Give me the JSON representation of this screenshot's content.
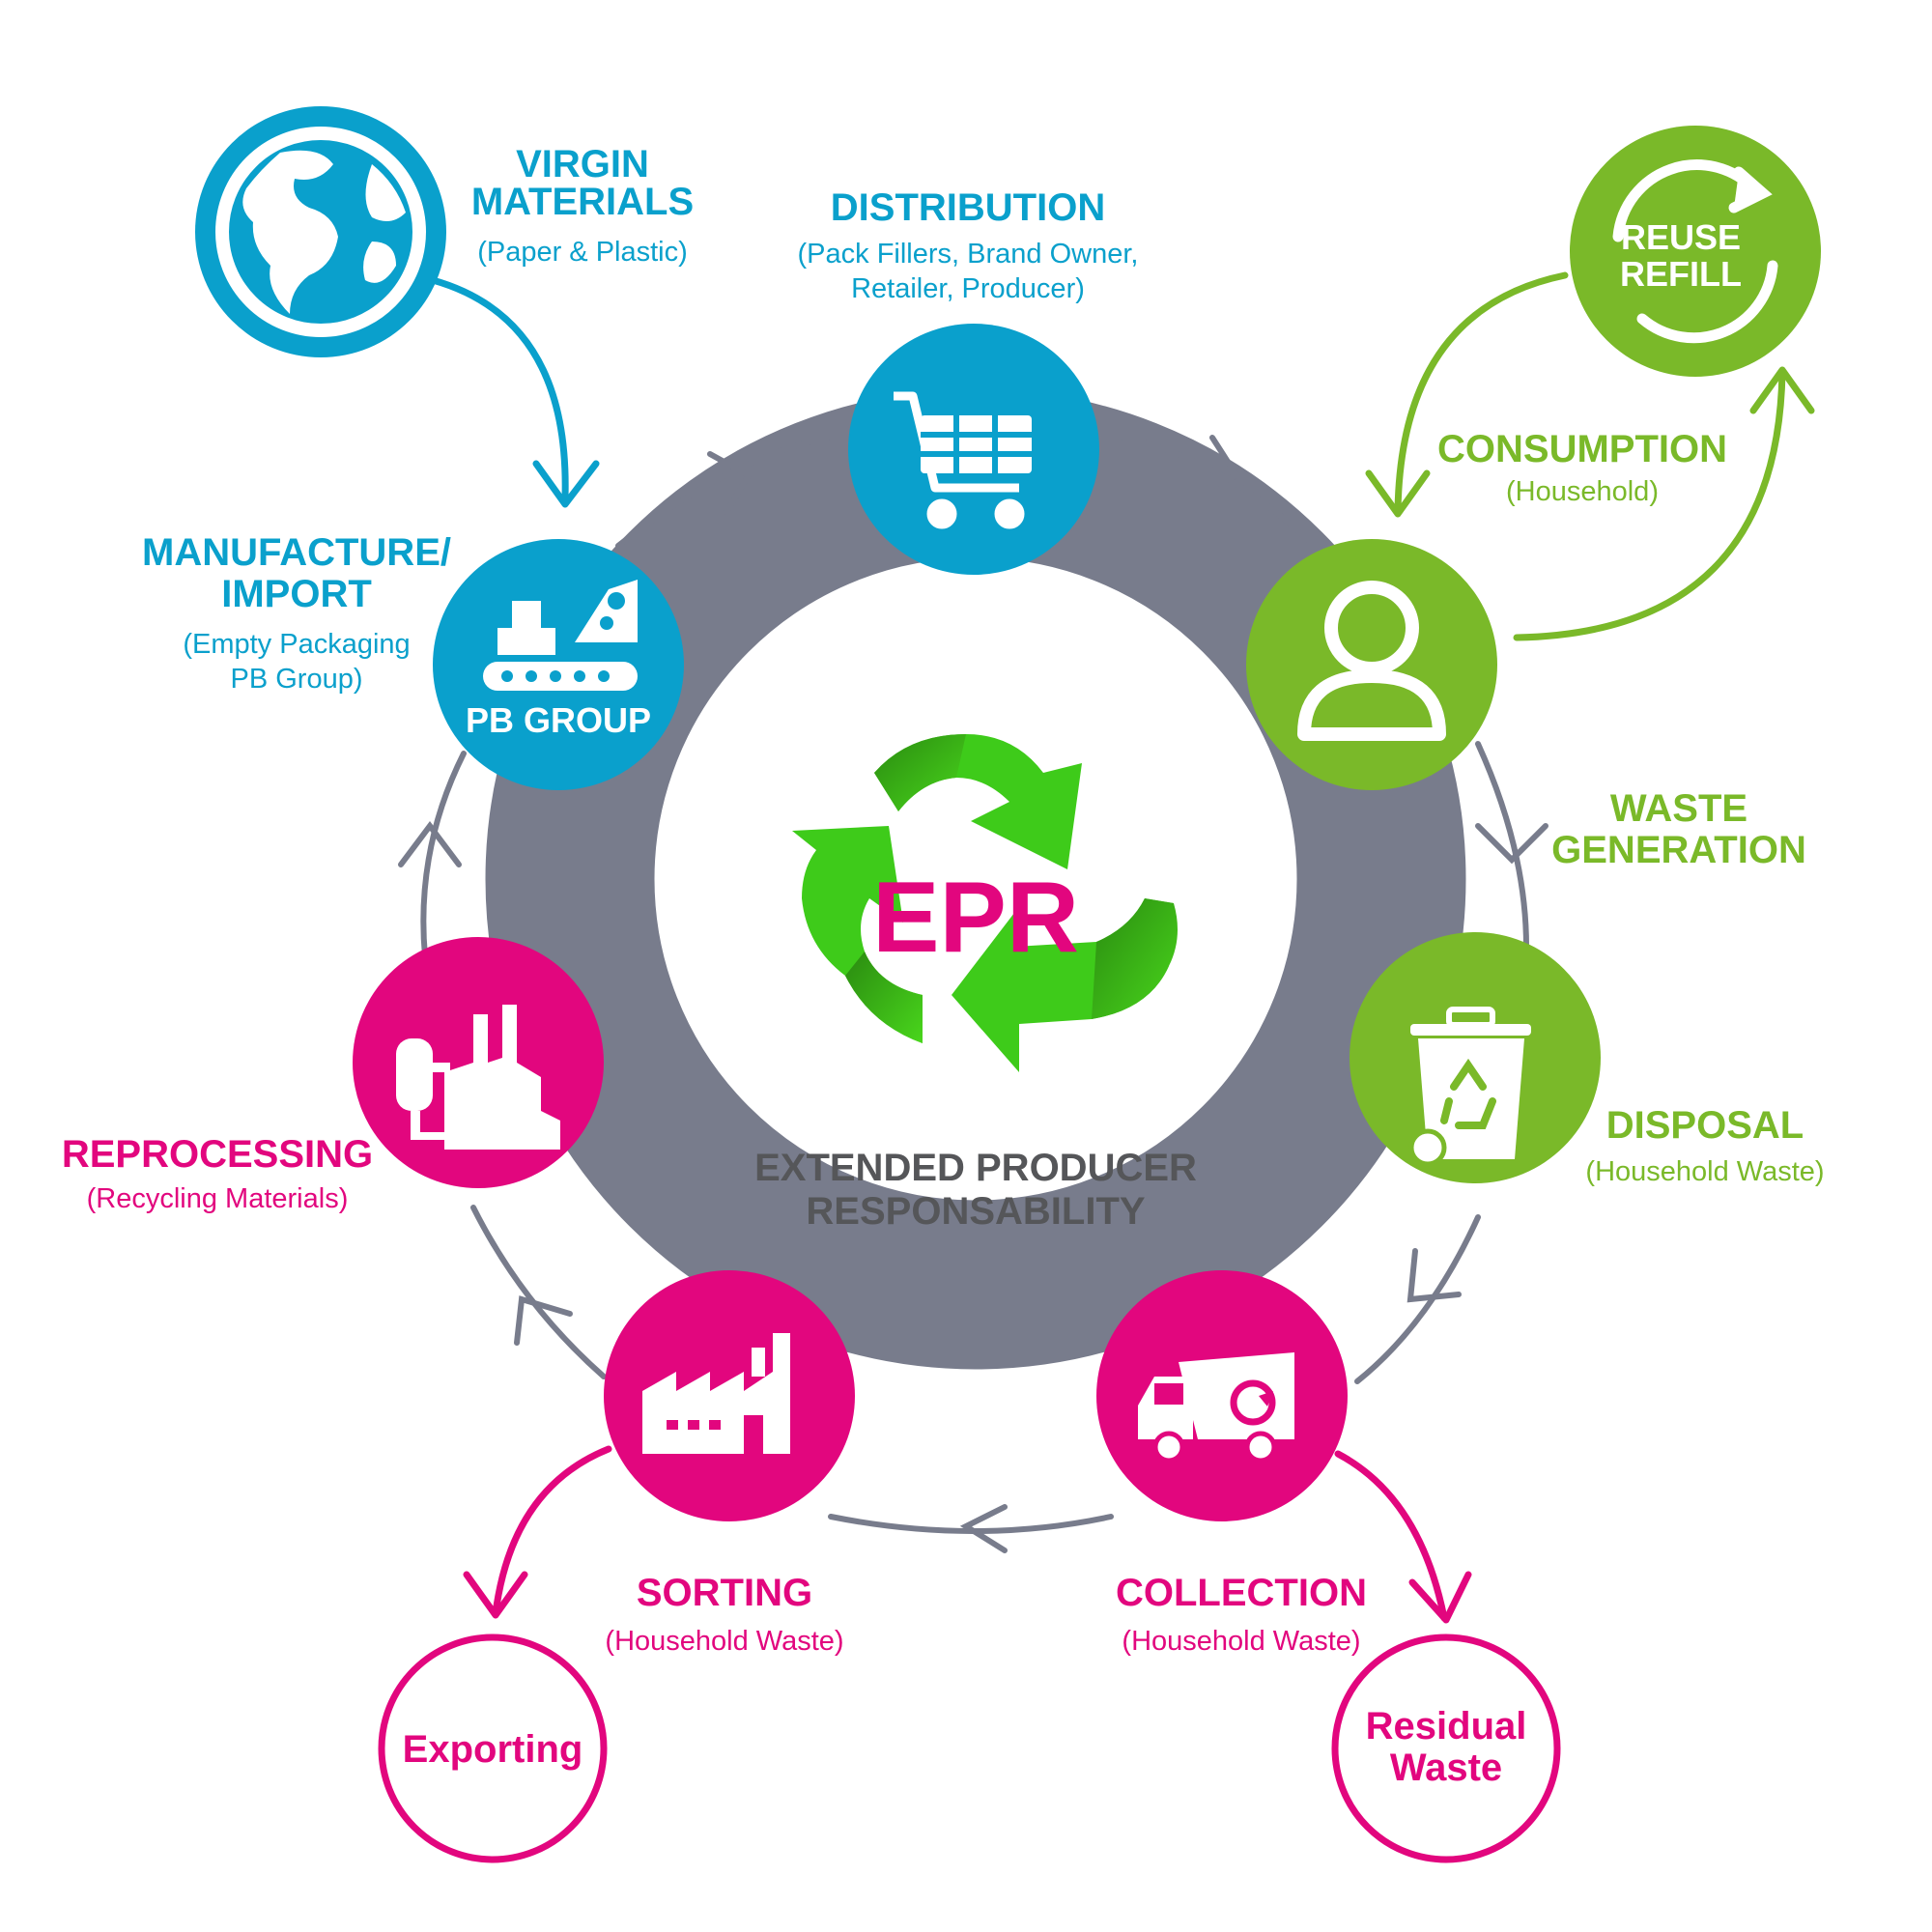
{
  "colors": {
    "blue": "#0aa0cc",
    "green": "#7ab929",
    "magenta": "#e2067e",
    "ring": "#787c8c",
    "recycle_green": "#3ecb1a",
    "center_text": "#555659"
  },
  "center": {
    "logo_text": "EPR",
    "line1": "EXTENDED PRODUCER",
    "line2": "RESPONSABILITY",
    "icon": "recycle-icon"
  },
  "stages": {
    "virgin": {
      "line1": "VIRGIN",
      "line2": "MATERIALS",
      "sub1": "(Paper & Plastic)",
      "icon": "globe-icon"
    },
    "distribution": {
      "line1": "DISTRIBUTION",
      "sub1": "(Pack Fillers, Brand Owner,",
      "sub2": "Retailer, Producer)",
      "icon": "shopping-cart-icon"
    },
    "reuse": {
      "line1": "REUSE",
      "line2": "REFILL",
      "icon": "refresh-icon"
    },
    "consumption": {
      "line1": "CONSUMPTION",
      "sub1": "(Household)",
      "icon": "person-icon"
    },
    "manufacture": {
      "line1": "MANUFACTURE/",
      "line2": "IMPORT",
      "sub1": "(Empty Packaging",
      "sub2": "PB Group)",
      "icon": "conveyor-icon",
      "icon_label": "PB GROUP"
    },
    "waste_generation": {
      "line1": "WASTE",
      "line2": "GENERATION"
    },
    "disposal": {
      "line1": "DISPOSAL",
      "sub1": "(Household Waste)",
      "icon": "recycle-bin-icon"
    },
    "reprocessing": {
      "line1": "REPROCESSING",
      "sub1": "(Recycling Materials)",
      "icon": "plant-icon"
    },
    "sorting": {
      "line1": "SORTING",
      "sub1": "(Household Waste)",
      "icon": "factory-icon"
    },
    "collection": {
      "line1": "COLLECTION",
      "sub1": "(Household Waste)",
      "icon": "truck-icon"
    },
    "exporting": {
      "label": "Exporting"
    },
    "residual": {
      "line1": "Residual",
      "line2": "Waste"
    }
  }
}
